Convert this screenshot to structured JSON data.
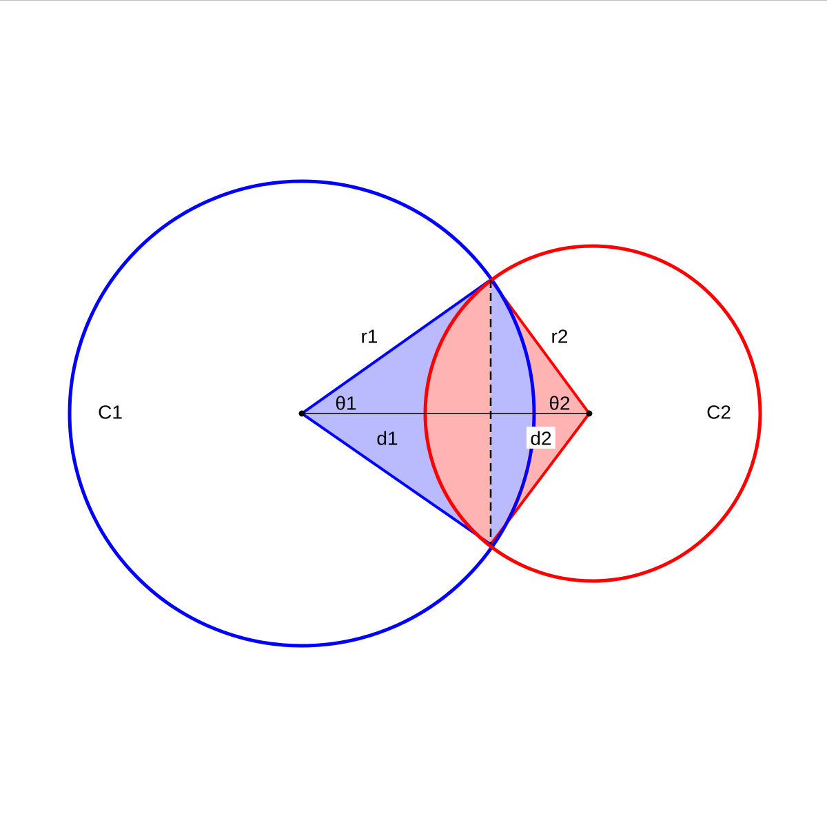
{
  "colors": {
    "circle1": "#0000ff",
    "circle2": "#ff0000",
    "fill1": "#babaff",
    "fill2": "#ffb3b3",
    "line": "#000000",
    "background": "#ffffff"
  },
  "labels": {
    "circle1": "C1",
    "circle2": "C2",
    "radius1": "r1",
    "radius2": "r2",
    "angle1": "θ1",
    "angle2": "θ2",
    "dist1": "d1",
    "dist2": "d2"
  }
}
